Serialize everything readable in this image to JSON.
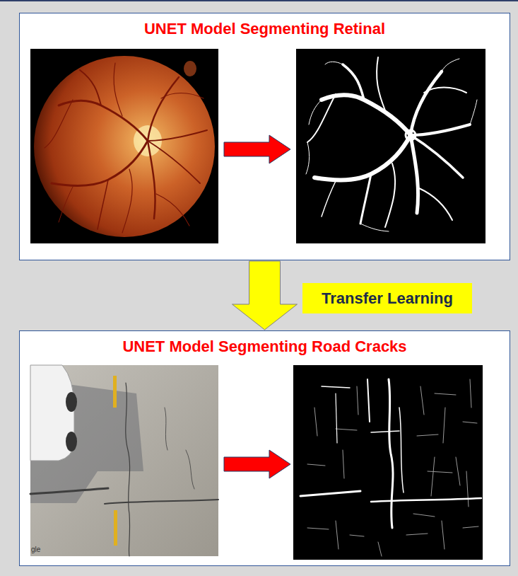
{
  "diagram": {
    "nodes": [
      {
        "text": [
          "UNET Model Segmenting Retinal"
        ]
      },
      {
        "text": [
          "Transfer Learning"
        ]
      },
      {
        "text": [
          "UNET Model Segmenting Road Cracks"
        ]
      }
    ],
    "edges": [
      {
        "from": 0,
        "to": 2,
        "arrow": "to"
      }
    ],
    "labels": [
      "gle"
    ]
  }
}
